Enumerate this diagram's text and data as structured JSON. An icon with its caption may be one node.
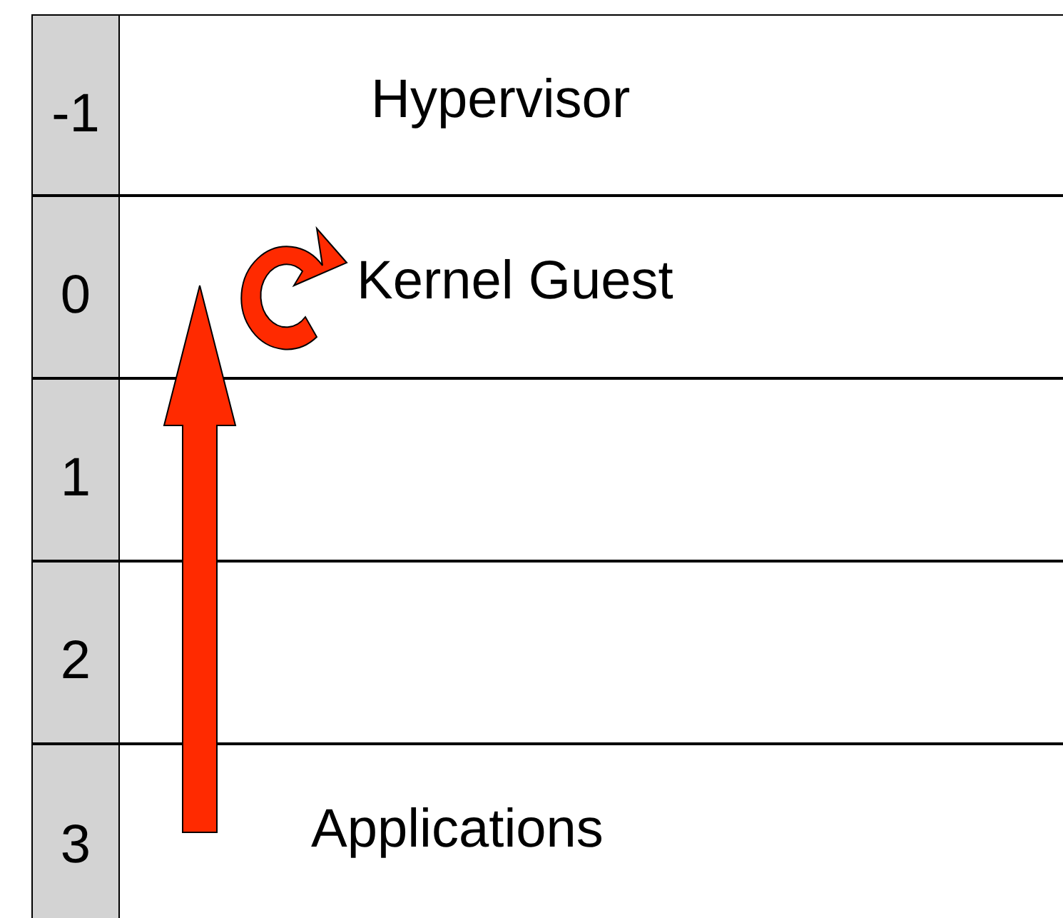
{
  "diagram": {
    "nodes": [
      {
        "text": [
          "-1"
        ]
      },
      {
        "text": [
          "Hypervisor"
        ]
      },
      {
        "text": [
          "0"
        ]
      },
      {
        "text": [
          "Kernel Guest"
        ]
      },
      {
        "text": [
          "1"
        ]
      },
      {
        "text": [],
        "shape": "box"
      },
      {
        "text": [
          "2"
        ]
      },
      {
        "text": [],
        "shape": "box"
      },
      {
        "text": [
          "3"
        ]
      },
      {
        "text": [
          "Applications"
        ]
      }
    ],
    "edges": [
      {
        "from": 9,
        "to": 3,
        "arrow": "to",
        "style": "thick"
      }
    ]
  }
}
